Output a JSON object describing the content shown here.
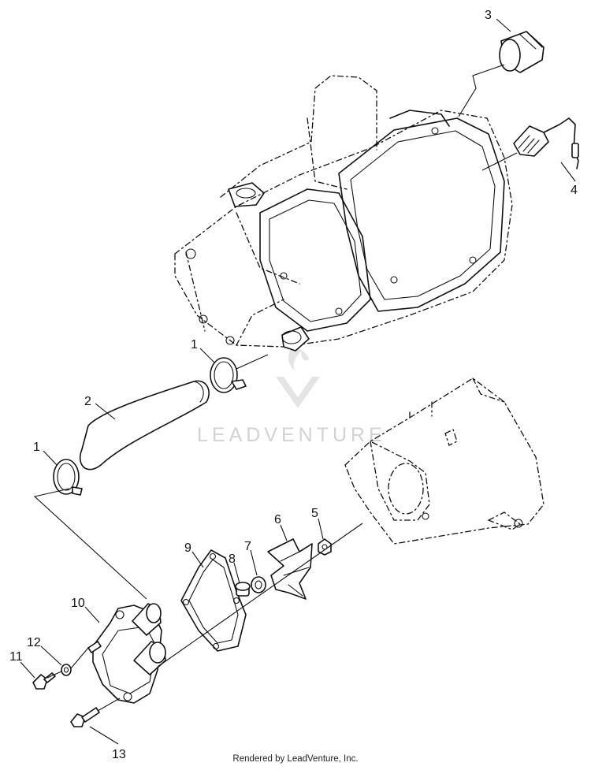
{
  "diagram": {
    "watermark_text": "LEADVENTURE",
    "credit": "Rendered by LeadVenture, Inc.",
    "callouts": [
      {
        "id": "1",
        "label": "1"
      },
      {
        "id": "1b",
        "label": "1"
      },
      {
        "id": "2",
        "label": "2"
      },
      {
        "id": "3",
        "label": "3"
      },
      {
        "id": "4",
        "label": "4"
      },
      {
        "id": "5",
        "label": "5"
      },
      {
        "id": "6",
        "label": "6"
      },
      {
        "id": "7",
        "label": "7"
      },
      {
        "id": "8",
        "label": "8"
      },
      {
        "id": "9",
        "label": "9"
      },
      {
        "id": "10",
        "label": "10"
      },
      {
        "id": "11",
        "label": "11"
      },
      {
        "id": "12",
        "label": "12"
      },
      {
        "id": "13",
        "label": "13"
      }
    ],
    "colors": {
      "line": "#111111",
      "watermark": "#d2d2d2",
      "background": "#ffffff"
    }
  }
}
